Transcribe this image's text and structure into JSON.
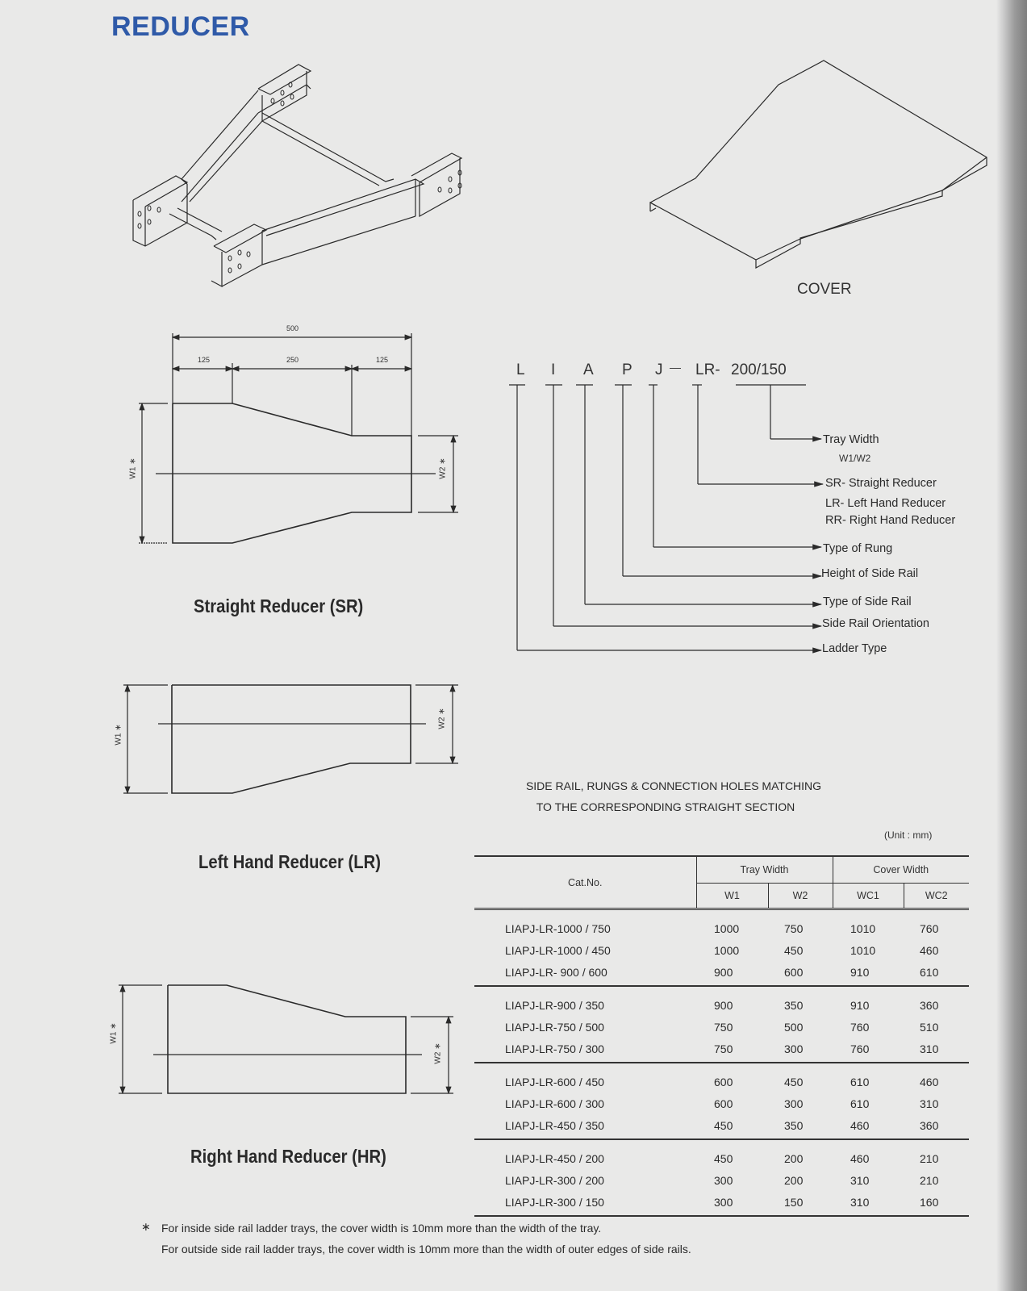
{
  "page": {
    "title": "REDUCER",
    "cover_label": "COVER"
  },
  "straight_reducer": {
    "caption": "Straight  Reducer  (SR)",
    "dim_total": "500",
    "dim_left": "125",
    "dim_mid": "250",
    "dim_right": "125",
    "w1_label": "W1 ∗",
    "w2_label": "W2 ∗"
  },
  "left_reducer": {
    "caption": "Left Hand Reducer  (LR)",
    "w1_label": "W1 ∗",
    "w2_label": "W2 ∗"
  },
  "right_reducer": {
    "caption": "Right  Hand Reducer  (HR)",
    "w1_label": "W1 ∗",
    "w2_label": "W2 ∗"
  },
  "code": {
    "chars": [
      "L",
      "I",
      "A",
      "P",
      "J",
      "—",
      "LR-",
      "200/150"
    ],
    "legend": [
      {
        "label": "Tray Width",
        "sub": "W1/W2"
      },
      {
        "label": "SR- Straight Reducer",
        "sub_lines": [
          "LR- Left Hand Reducer",
          "RR- Right Hand Reducer"
        ]
      },
      {
        "label": "Type of Rung"
      },
      {
        "label": "Height of Side Rail"
      },
      {
        "label": "Type of Side Rail"
      },
      {
        "label": "Side Rail Orientation"
      },
      {
        "label": "Ladder Type"
      }
    ]
  },
  "matching_note": {
    "line1": "SIDE RAIL, RUNGS & CONNECTION HOLES MATCHING",
    "line2": "TO THE CORRESPONDING STRAIGHT SECTION"
  },
  "table": {
    "unit": "(Unit : mm)",
    "headers": {
      "cat_no": "Cat.No.",
      "tray_width": "Tray Width",
      "cover_width": "Cover Width",
      "w1": "W1",
      "w2": "W2",
      "wc1": "WC1",
      "wc2": "WC2"
    },
    "groups": [
      [
        {
          "cat": "LIAPJ-LR-1000 / 750",
          "w1": "1000",
          "w2": "750",
          "wc1": "1010",
          "wc2": "760"
        },
        {
          "cat": "LIAPJ-LR-1000 / 450",
          "w1": "1000",
          "w2": "450",
          "wc1": "1010",
          "wc2": "460"
        },
        {
          "cat": "LIAPJ-LR- 900 / 600",
          "w1": "900",
          "w2": "600",
          "wc1": "910",
          "wc2": "610"
        }
      ],
      [
        {
          "cat": "LIAPJ-LR-900 / 350",
          "w1": "900",
          "w2": "350",
          "wc1": "910",
          "wc2": "360"
        },
        {
          "cat": "LIAPJ-LR-750 / 500",
          "w1": "750",
          "w2": "500",
          "wc1": "760",
          "wc2": "510"
        },
        {
          "cat": "LIAPJ-LR-750 / 300",
          "w1": "750",
          "w2": "300",
          "wc1": "760",
          "wc2": "310"
        }
      ],
      [
        {
          "cat": "LIAPJ-LR-600 / 450",
          "w1": "600",
          "w2": "450",
          "wc1": "610",
          "wc2": "460"
        },
        {
          "cat": "LIAPJ-LR-600 / 300",
          "w1": "600",
          "w2": "300",
          "wc1": "610",
          "wc2": "310"
        },
        {
          "cat": "LIAPJ-LR-450 / 350",
          "w1": "450",
          "w2": "350",
          "wc1": "460",
          "wc2": "360"
        }
      ],
      [
        {
          "cat": "LIAPJ-LR-450 / 200",
          "w1": "450",
          "w2": "200",
          "wc1": "460",
          "wc2": "210"
        },
        {
          "cat": "LIAPJ-LR-300 / 200",
          "w1": "300",
          "w2": "200",
          "wc1": "310",
          "wc2": "210"
        },
        {
          "cat": "LIAPJ-LR-300 / 150",
          "w1": "300",
          "w2": "150",
          "wc1": "310",
          "wc2": "160"
        }
      ]
    ]
  },
  "footnote": {
    "marker": "∗",
    "line1": "For inside side rail ladder trays, the cover width is 10mm more than the width of the tray.",
    "line2": "For outside side rail ladder trays, the cover width is 10mm more than the width of outer edges of side rails."
  }
}
